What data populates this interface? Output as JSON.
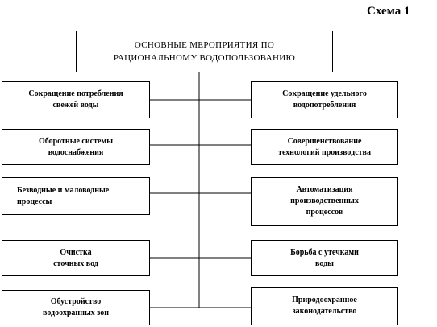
{
  "scheme_label": "Схема 1",
  "main": {
    "title": "ОСНОВНЫЕ МЕРОПРИЯТИЯ ПО\nРАЦИОНАЛЬНОМУ ВОДОПОЛЬЗОВАНИЮ"
  },
  "left": [
    {
      "label": "Сокращение потребления\nсвежей воды"
    },
    {
      "label": "Оборотные системы\nводоснабжения"
    },
    {
      "label": "Безводные и маловодные\nпроцессы"
    },
    {
      "label": "Очистка\nсточных вод"
    },
    {
      "label": "Обустройство\nводоохранных зон"
    }
  ],
  "right": [
    {
      "label": "Сокращение удельного\nводопотребления"
    },
    {
      "label": "Совершенствование\nтехнологий производства"
    },
    {
      "label": "Автоматизация\nпроизводственных\nпроцессов"
    },
    {
      "label": "Борьба с утечками\nводы"
    },
    {
      "label": "Природоохранное\nзаконодательство"
    }
  ]
}
